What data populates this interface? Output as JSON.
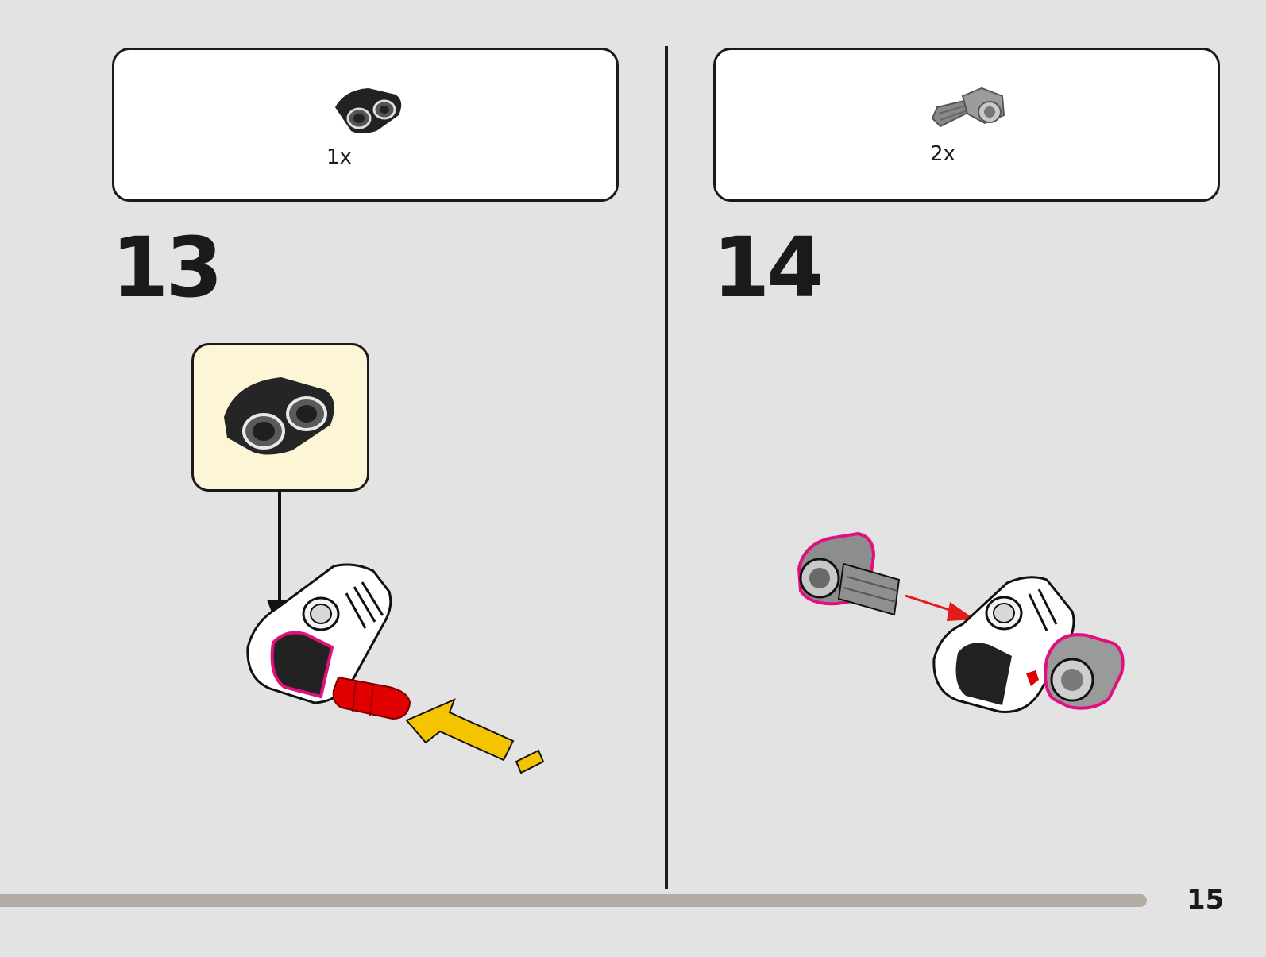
{
  "steps": [
    {
      "number": "13",
      "parts": [
        {
          "icon": "black-double-beam-icon",
          "qty": "1x"
        }
      ]
    },
    {
      "number": "14",
      "parts": [
        {
          "icon": "gray-axle-connector-icon",
          "qty": "2x"
        }
      ]
    }
  ],
  "page_number": "15",
  "colors": {
    "background": "#e3e3e3",
    "callout_bg": "#fdf6d6",
    "highlight": "#e0117f",
    "arrow_yellow": "#f5c400",
    "arrow_red": "#e21b1b",
    "pin_red": "#e00000",
    "bar": "#b3aca4"
  }
}
